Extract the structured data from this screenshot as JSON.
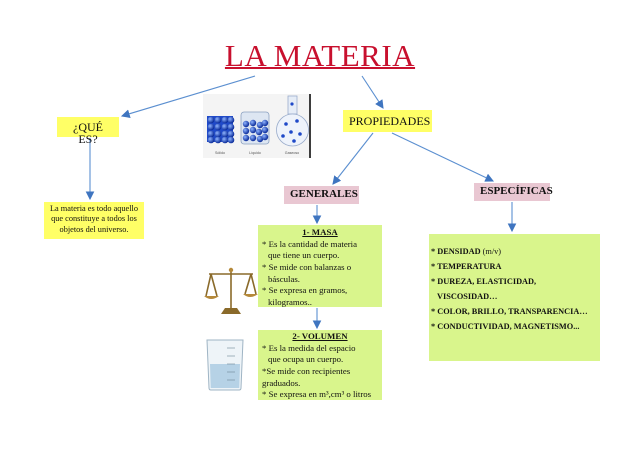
{
  "title": "LA MATERIA",
  "que_es": {
    "label": "¿QUÉ ES?",
    "definition_lines": [
      "La materia es todo aquello",
      "que constituye a todos los",
      "objetos del universo."
    ]
  },
  "propiedades": {
    "label": "PROPIEDADES"
  },
  "generales": {
    "label": "GENERALES",
    "masa": {
      "heading": "1- MASA",
      "lines": [
        "* Es la cantidad de materia",
        "que tiene un cuerpo.",
        "* Se mide con balanzas o",
        "básculas.",
        "* Se expresa en gramos,",
        "kilogramos.."
      ]
    },
    "volumen": {
      "heading": "2- VOLUMEN",
      "lines": [
        "* Es la medida del espacio",
        "que ocupa un cuerpo.",
        "*Se mide con recipientes",
        "graduados.",
        "* Se expresa en m³,cm³ o litros"
      ]
    }
  },
  "especificas": {
    "label": "ESPECÍFICAS",
    "items": [
      {
        "text": "* DENSIDAD",
        "suffix": " (m/v)"
      },
      {
        "text": "* TEMPERATURA",
        "suffix": ""
      },
      {
        "text": "* DUREZA, ELASTICIDAD,",
        "suffix": ""
      },
      {
        "text": "VISCOSIDAD…",
        "suffix": ""
      },
      {
        "text": "* COLOR, BRILLO, TRANSPARENCIA…",
        "suffix": ""
      },
      {
        "text": "* CONDUCTIVIDAD, MAGNETISMO...",
        "suffix": ""
      }
    ]
  },
  "image_captions": [
    "Sólido",
    "Líquido",
    "Gaseoso"
  ],
  "colors": {
    "title": "#c8102e",
    "yellow_box": "#ffff66",
    "pink_box": "#e9c7d2",
    "green_box": "#d9f58c",
    "arrow": "#5b8fd0"
  }
}
